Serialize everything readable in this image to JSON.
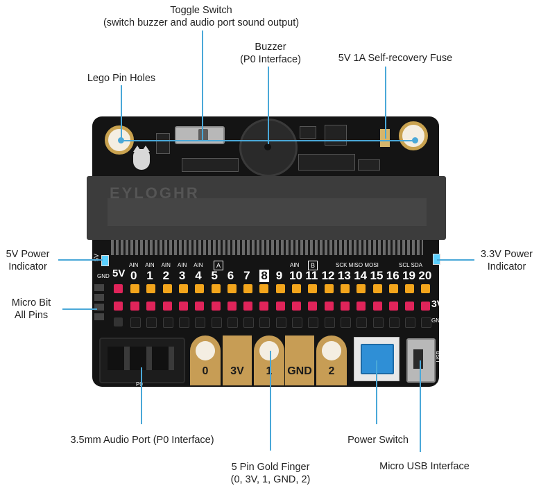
{
  "callouts": {
    "toggle_switch": [
      "Toggle Switch",
      "(switch buzzer and audio port sound output)"
    ],
    "buzzer": [
      "Buzzer",
      "(P0 Interface)"
    ],
    "fuse": [
      "5V 1A Self-recovery Fuse"
    ],
    "lego_holes": [
      "Lego Pin Holes"
    ],
    "power5v": [
      "5V Power",
      "Indicator"
    ],
    "power33v": [
      "3.3V Power",
      "Indicator"
    ],
    "all_pins": [
      "Micro Bit",
      "All Pins"
    ],
    "audio_port": [
      "3.5mm Audio Port (P0 Interface)"
    ],
    "power_switch": [
      "Power Switch"
    ],
    "gold_finger": [
      "5 Pin Gold Finger",
      "(0, 3V, 1, GND, 2)"
    ],
    "micro_usb": [
      "Micro USB Interface"
    ]
  },
  "board": {
    "brand": "EYLOGHR",
    "pin_numbers": [
      "0",
      "1",
      "2",
      "3",
      "4",
      "5",
      "6",
      "7",
      "8",
      "9",
      "10",
      "11",
      "12",
      "13",
      "14",
      "15",
      "16",
      "19",
      "20"
    ],
    "ain_labels": [
      "AIN",
      "AIN",
      "AIN",
      "AIN",
      "AIN"
    ],
    "ain2_label": "AIN",
    "spi_labels": "SCK MISO MOSI",
    "i2c_labels": "SCL SDA",
    "marker_a": "A",
    "marker_b": "B",
    "left_5v": "5V",
    "left_gnd": "GND",
    "right_3v": "3V",
    "right_gnd": "GND",
    "side_5v": "5V",
    "gold_pads": [
      "0",
      "3V",
      "1",
      "GND",
      "2"
    ],
    "audio_label": "P0",
    "usb_label": "USB",
    "colors": {
      "yellow": "#f3a51c",
      "red": "#e0245a",
      "black": "#1b1b1b",
      "gold": "#c79d55",
      "button": "#2f8fd6",
      "line": "#4aa8d8"
    }
  }
}
